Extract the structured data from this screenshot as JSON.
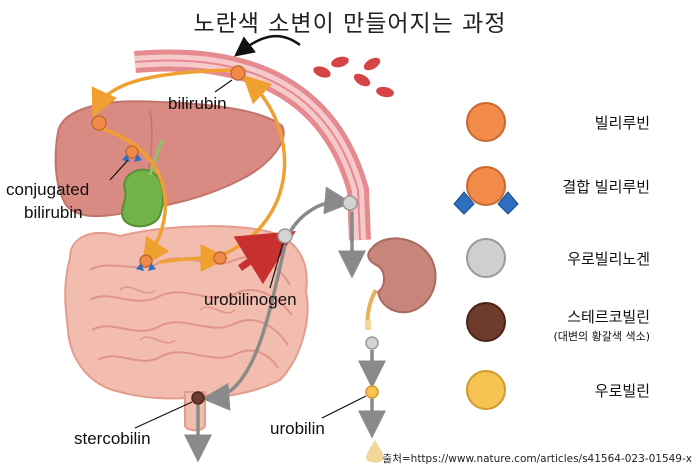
{
  "title": "노란색 소변이 만들어지는 과정",
  "labels": {
    "bilirubin": "bilirubin",
    "conjugated_line1": "conjugated",
    "conjugated_line2": "bilirubin",
    "urobilinogen": "urobilinogen",
    "stercobilin": "stercobilin",
    "urobilin": "urobilin"
  },
  "legend": [
    {
      "label": "빌리루빈",
      "sub": "",
      "color": "#f28a4a",
      "icon": "bilirubin-icon"
    },
    {
      "label": "결합 빌리루빈",
      "sub": "",
      "color": "#f28a4a",
      "icon": "conjugated-bilirubin-icon"
    },
    {
      "label": "우로빌리노겐",
      "sub": "",
      "color": "#cfcfcf",
      "icon": "urobilinogen-icon"
    },
    {
      "label": "스테르코빌린",
      "sub": "(대변의 황갈색 색소)",
      "color": "#6e3b2c",
      "icon": "stercobilin-icon"
    },
    {
      "label": "우로빌린",
      "sub": "",
      "color": "#f6c453",
      "icon": "urobilin-icon"
    }
  ],
  "source": "출처=https://www.nature.com/articles/s41564-023-01549-x",
  "colors": {
    "arrow_orange": "#f0a030",
    "arrow_gray": "#8a8a8a",
    "vessel": "#e58a8f",
    "liver": "#d8847e",
    "gallbladder": "#76b34a",
    "intestine": "#f0b4a6",
    "kidney": "#c8847c"
  }
}
